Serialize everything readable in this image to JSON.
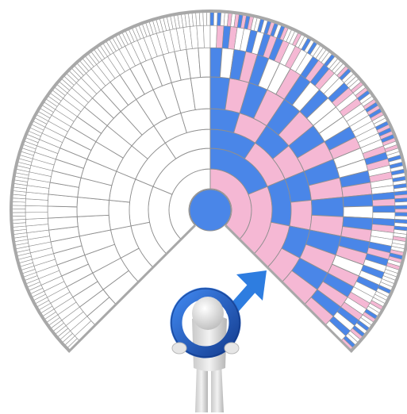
{
  "fan_chart": {
    "ring_count": 8,
    "span_degrees": 270,
    "colors": {
      "male": "#4a86e8",
      "female": "#f5b8d4",
      "empty": "#ffffff",
      "line": "#8f8f8f",
      "rim": "#a8a8a8",
      "center": "#4a86e8"
    }
  },
  "figure": {
    "symbol": "male-symbol",
    "colors": {
      "ring_outer": "#1e5bb8",
      "ring_inner": "#3d7fe0",
      "arrow": "#2e7de0",
      "person": "#e6e6e6",
      "person_shade": "#b9b9b9"
    }
  }
}
